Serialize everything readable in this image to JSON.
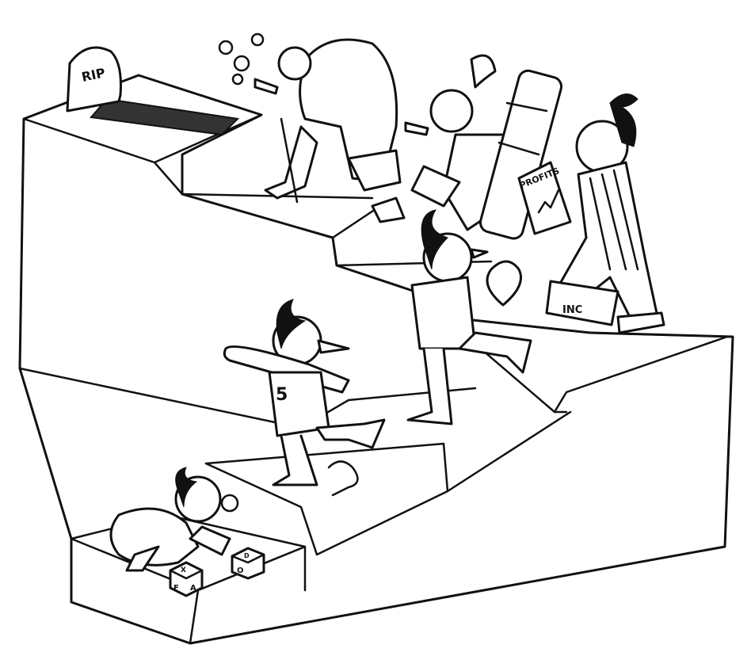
{
  "illustration": {
    "tombstone_text": "RIP",
    "chart_sign_text": "PROFITS",
    "briefcase_text": "INC",
    "jersey_number": "5",
    "blocks": [
      "X",
      "F",
      "A",
      "O",
      "D"
    ],
    "colors": {
      "ink": "#111111",
      "paper": "#ffffff"
    }
  }
}
